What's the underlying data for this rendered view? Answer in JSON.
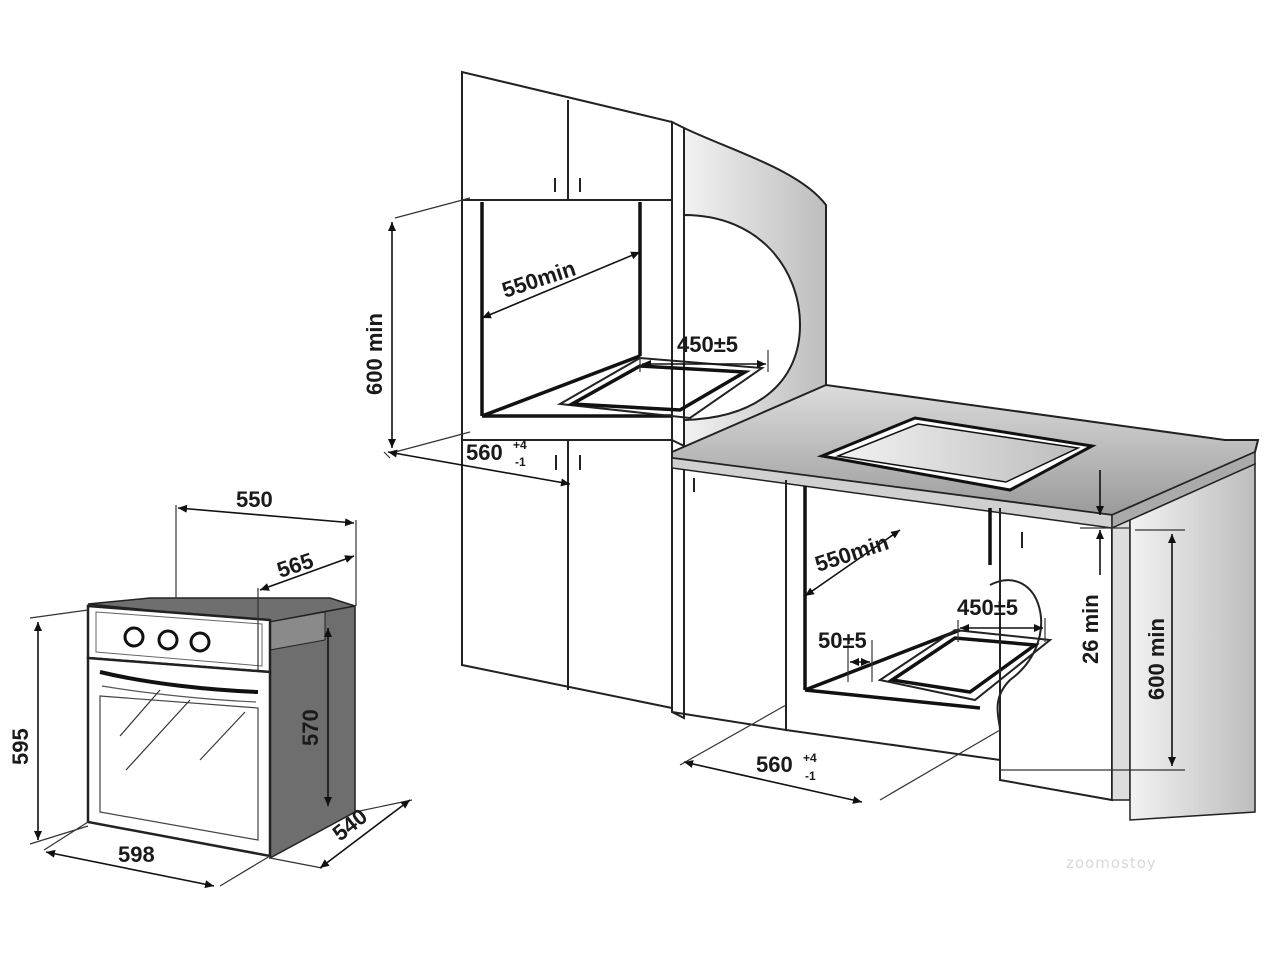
{
  "labels": {
    "upper_depth": "550min",
    "upper_vent": "450±5",
    "upper_height": "600 min",
    "upper_width_main": "560",
    "upper_width_tol_plus": "+4",
    "upper_width_tol_minus": "-1",
    "lower_depth": "550min",
    "lower_vent": "450±5",
    "lower_gap": "50±5",
    "lower_counter_gap": "26 min",
    "lower_height": "600 min",
    "lower_width_main": "560",
    "lower_width_tol_plus": "+4",
    "lower_width_tol_minus": "-1",
    "oven_depth_body": "550",
    "oven_depth_total": "565",
    "oven_height": "595",
    "oven_body_height": "570",
    "oven_width": "598",
    "oven_side_depth": "540"
  },
  "watermark": "zoomostoy"
}
